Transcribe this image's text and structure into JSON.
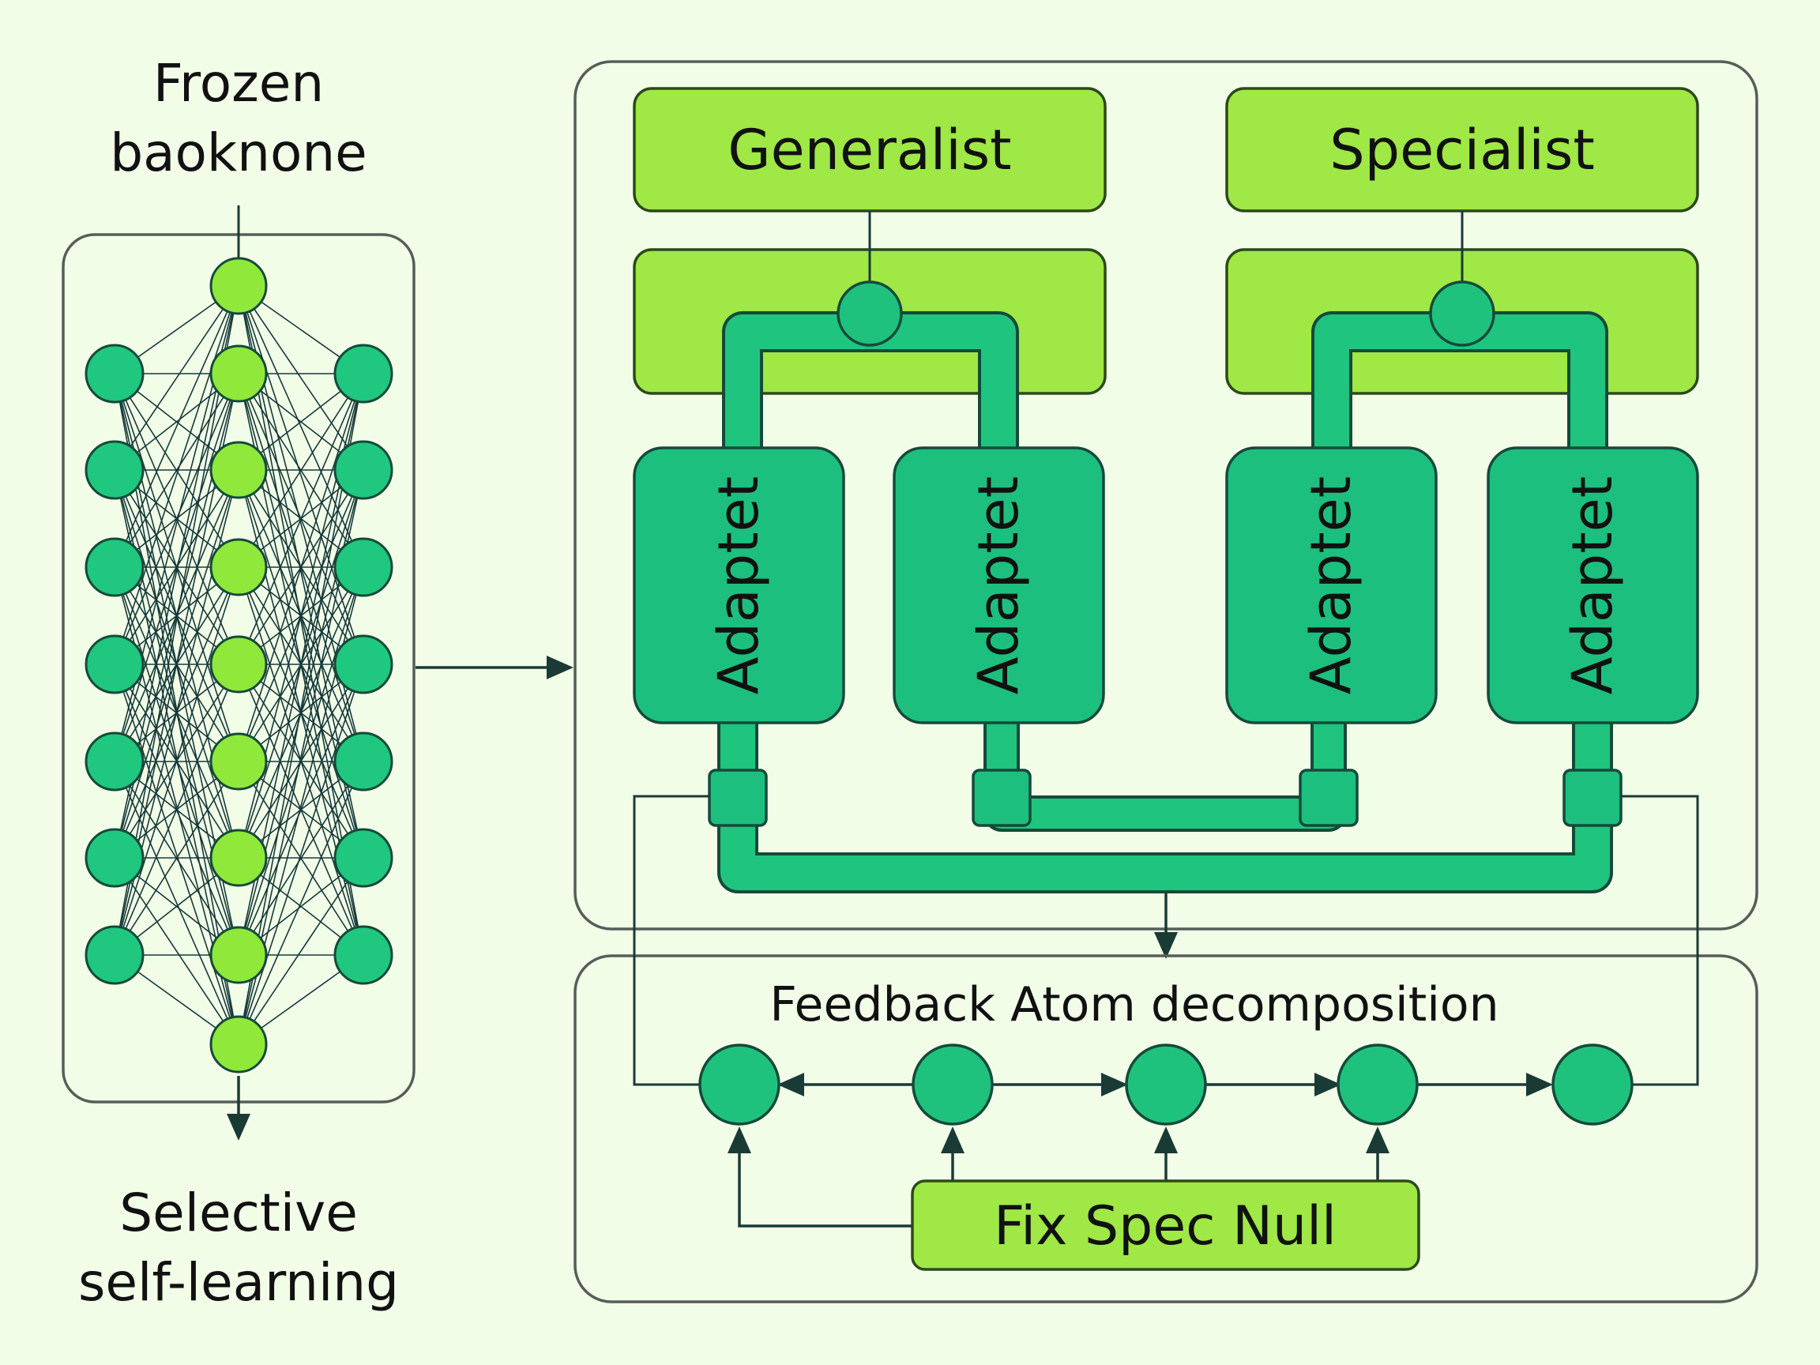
{
  "labels": {
    "frozen_line1": "Frozen",
    "frozen_line2": "baoknone",
    "selective_line1": "Selective",
    "selective_line2": "self-learning",
    "generalist": "Generalist",
    "specialist": "Specialist",
    "adapter": "Adaptet",
    "feedback_title": "Feedback Atom decomposition",
    "fix_spec_null": "Fix Spec Null"
  },
  "colors": {
    "background": "#f2fde8",
    "lime": "#9fe845",
    "green": "#1dbf7e",
    "dark": "#154a3a"
  },
  "icons": {
    "arrow": "arrow-right-icon"
  }
}
